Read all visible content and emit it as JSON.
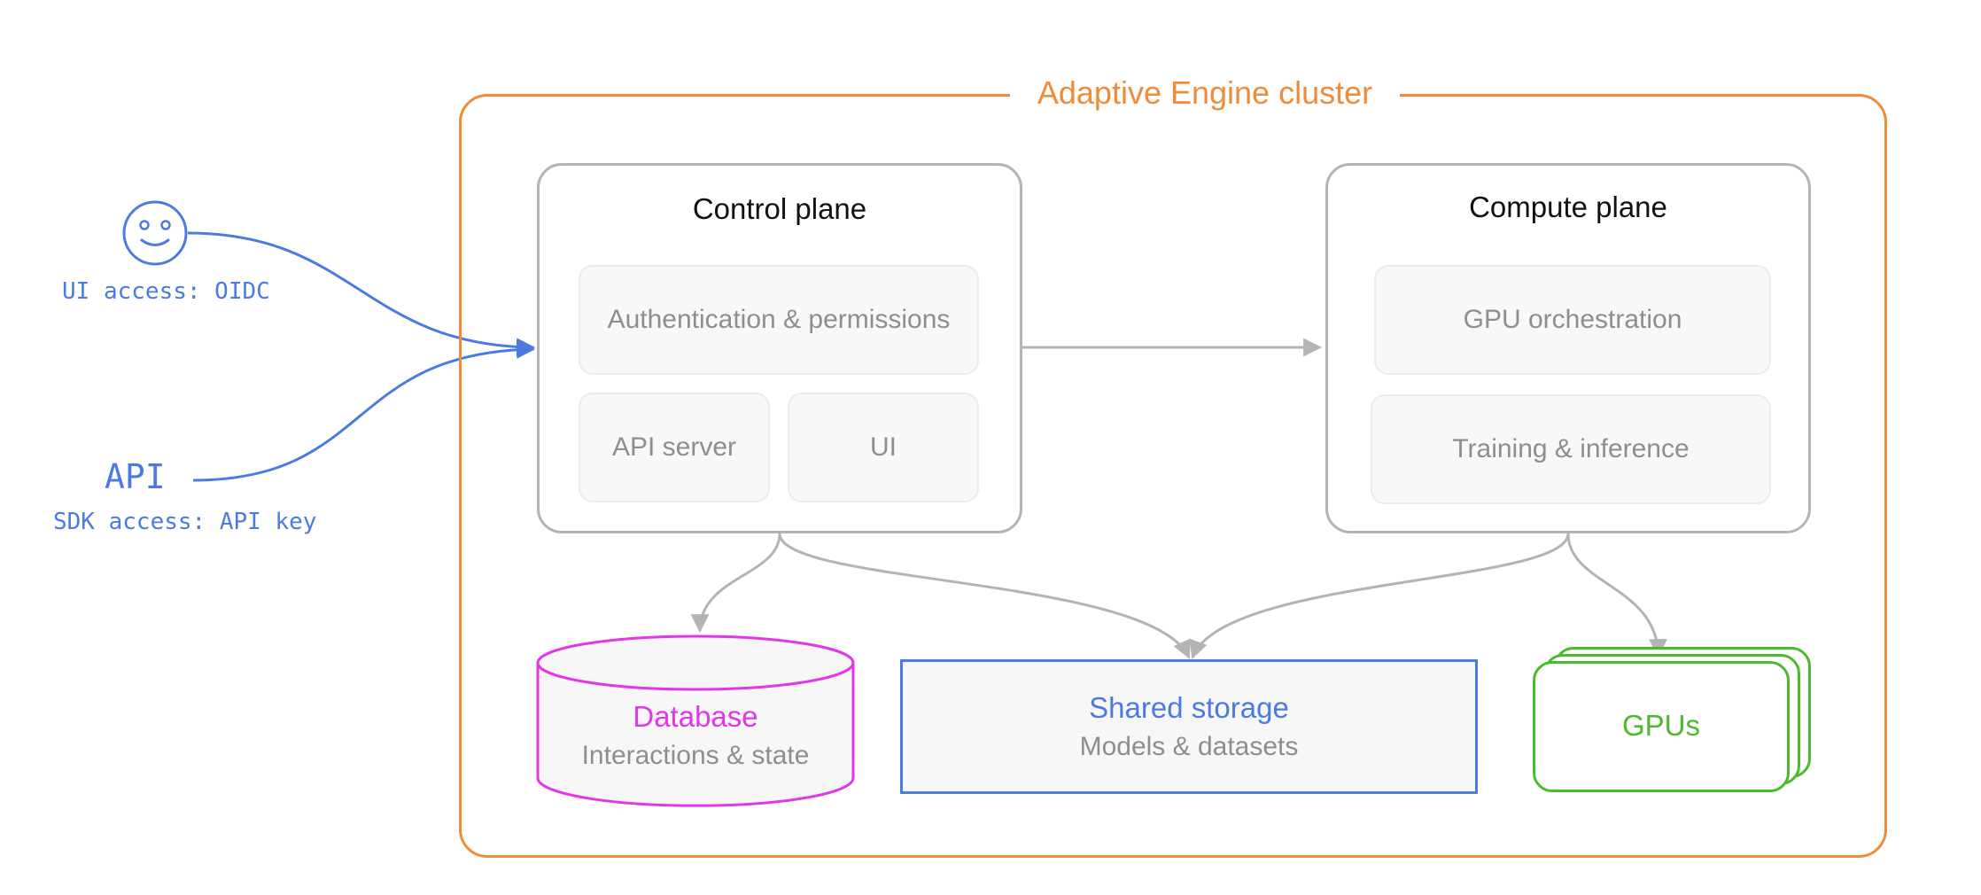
{
  "cluster": {
    "title": "Adaptive Engine cluster"
  },
  "control_plane": {
    "title": "Control plane",
    "components": {
      "auth": "Authentication & permissions",
      "api_server": "API server",
      "ui": "UI"
    }
  },
  "compute_plane": {
    "title": "Compute plane",
    "components": {
      "gpu_orchestration": "GPU orchestration",
      "training": "Training & inference"
    }
  },
  "database": {
    "title": "Database",
    "subtitle": "Interactions & state"
  },
  "shared_storage": {
    "title": "Shared storage",
    "subtitle": "Models & datasets"
  },
  "gpus": {
    "title": "GPUs"
  },
  "ui_access": {
    "label": "UI access: OIDC",
    "icon": "smiley-user-icon"
  },
  "api_access": {
    "title": "API",
    "label": "SDK access: API key"
  },
  "colors": {
    "cluster": "#ef8c3a",
    "access": "#4b7be0",
    "database": "#e236e8",
    "storage": "#4b7be0",
    "gpus": "#4cba2e",
    "plane_border": "#b4b4b4",
    "arrows": "#b4b4b4"
  }
}
